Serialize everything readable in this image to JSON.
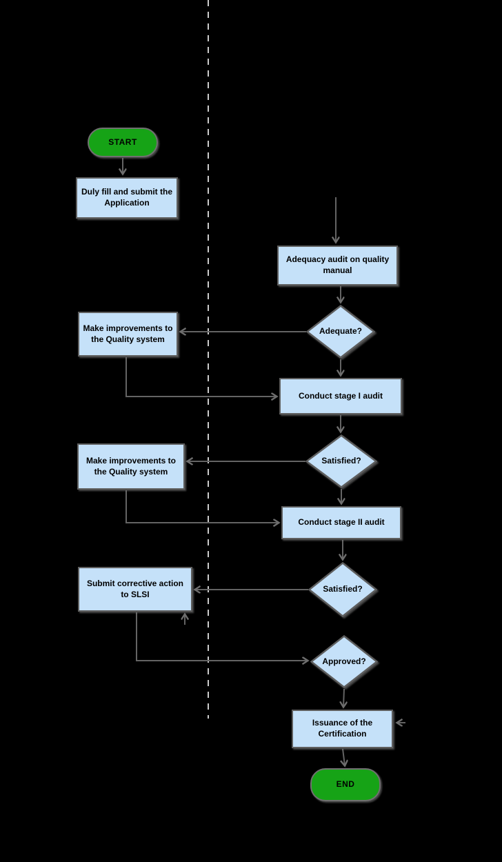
{
  "flowchart": {
    "nodes": {
      "start": {
        "type": "terminator",
        "label": "START"
      },
      "apply": {
        "type": "process",
        "label": "Duly fill and submit the\nApplication"
      },
      "adequacy_audit": {
        "type": "process",
        "label": "Adequacy audit on quality\nmanual"
      },
      "adequate": {
        "type": "decision",
        "label": "Adequate?"
      },
      "improve_quality_1": {
        "type": "process",
        "label": "Make improvements to\nthe Quality system"
      },
      "stage1_audit": {
        "type": "process",
        "label": "Conduct stage I audit"
      },
      "satisfied_1": {
        "type": "decision",
        "label": "Satisfied?"
      },
      "improve_quality_2": {
        "type": "process",
        "label": "Make improvements to\nthe Quality system"
      },
      "stage2_audit": {
        "type": "process",
        "label": "Conduct stage II audit"
      },
      "satisfied_2": {
        "type": "decision",
        "label": "Satisfied?"
      },
      "corrective_action": {
        "type": "process",
        "label": "Submit corrective action\nto SLSI"
      },
      "approved": {
        "type": "decision",
        "label": "Approved?"
      },
      "issuance": {
        "type": "process",
        "label": "Issuance of the\nCertification"
      },
      "end": {
        "type": "terminator",
        "label": "END"
      }
    },
    "colors": {
      "background": "#000000",
      "terminator_fill": "#16A316",
      "process_fill": "#C5E1F9",
      "shape_border": "#5E5E5E",
      "connector": "#646464",
      "lane_divider": "#CCCCCC",
      "text": "#000000"
    }
  }
}
